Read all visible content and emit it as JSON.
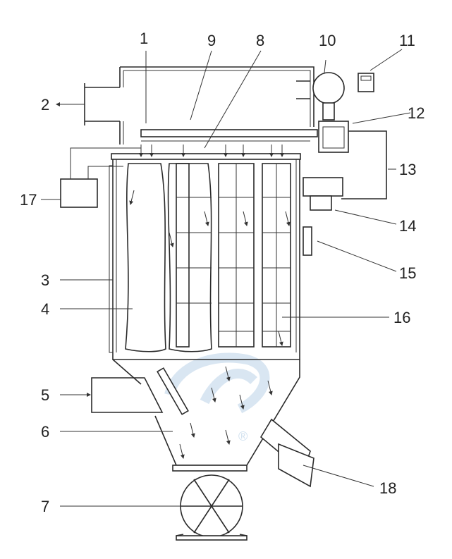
{
  "labels": [
    "1",
    "2",
    "3",
    "4",
    "5",
    "6",
    "7",
    "8",
    "9",
    "10",
    "11",
    "12",
    "13",
    "14",
    "15",
    "16",
    "17",
    "18"
  ],
  "watermark": "®"
}
